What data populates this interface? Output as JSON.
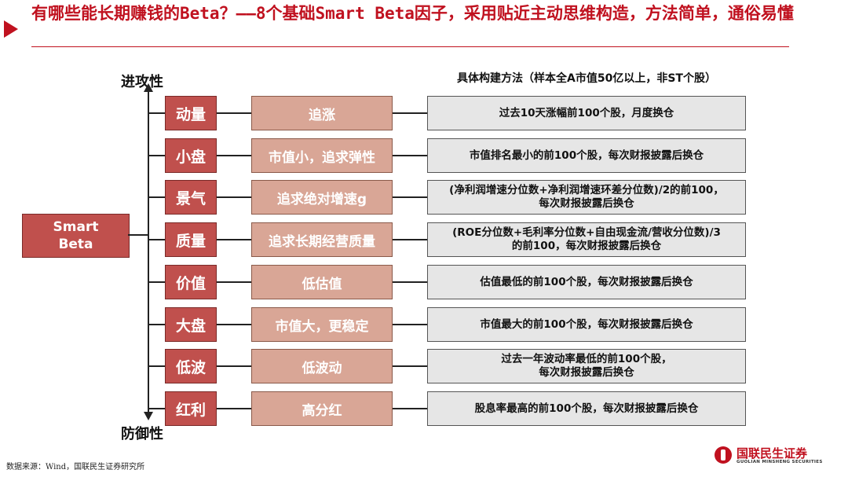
{
  "title": "有哪些能长期赚钱的Beta？——8个基础Smart Beta因子，采用贴近主动思维构造，方法简单，通俗易懂",
  "axis": {
    "top": "进攻性",
    "bottom": "防御性"
  },
  "root": "Smart\nBeta",
  "method_header": "具体构建方法（样本全A市值50亿以上，非ST个股）",
  "factors": [
    {
      "name": "动量",
      "desc": "追涨",
      "method": "过去10天涨幅前100个股，月度换仓"
    },
    {
      "name": "小盘",
      "desc": "市值小，追求弹性",
      "method": "市值排名最小的前100个股，每次财报披露后换仓"
    },
    {
      "name": "景气",
      "desc": "追求绝对增速g",
      "method": "(净利润增速分位数+净利润增速环差分位数)/2的前100，\n每次财报披露后换仓"
    },
    {
      "name": "质量",
      "desc": "追求长期经营质量",
      "method": "(ROE分位数+毛利率分位数+自由现金流/营收分位数)/3\n的前100，每次财报披露后换仓"
    },
    {
      "name": "价值",
      "desc": "低估值",
      "method": "估值最低的前100个股，每次财报披露后换仓"
    },
    {
      "name": "大盘",
      "desc": "市值大，更稳定",
      "method": "市值最大的前100个股，每次财报披露后换仓"
    },
    {
      "name": "低波",
      "desc": "低波动",
      "method": "过去一年波动率最低的前100个股，\n每次财报披露后换仓"
    },
    {
      "name": "红利",
      "desc": "高分红",
      "method": "股息率最高的前100个股，每次财报披露后换仓"
    }
  ],
  "footer": "数据来源：Wind，国联民生证券研究所",
  "logo": {
    "cn": "国联民生证券",
    "en": "GUOLIAN MINSHENG SECURITIES"
  },
  "colors": {
    "accent": "#c0111f",
    "factor_box": "#c0504d",
    "desc_box": "#d9a696",
    "method_box": "#e6e6e6"
  }
}
